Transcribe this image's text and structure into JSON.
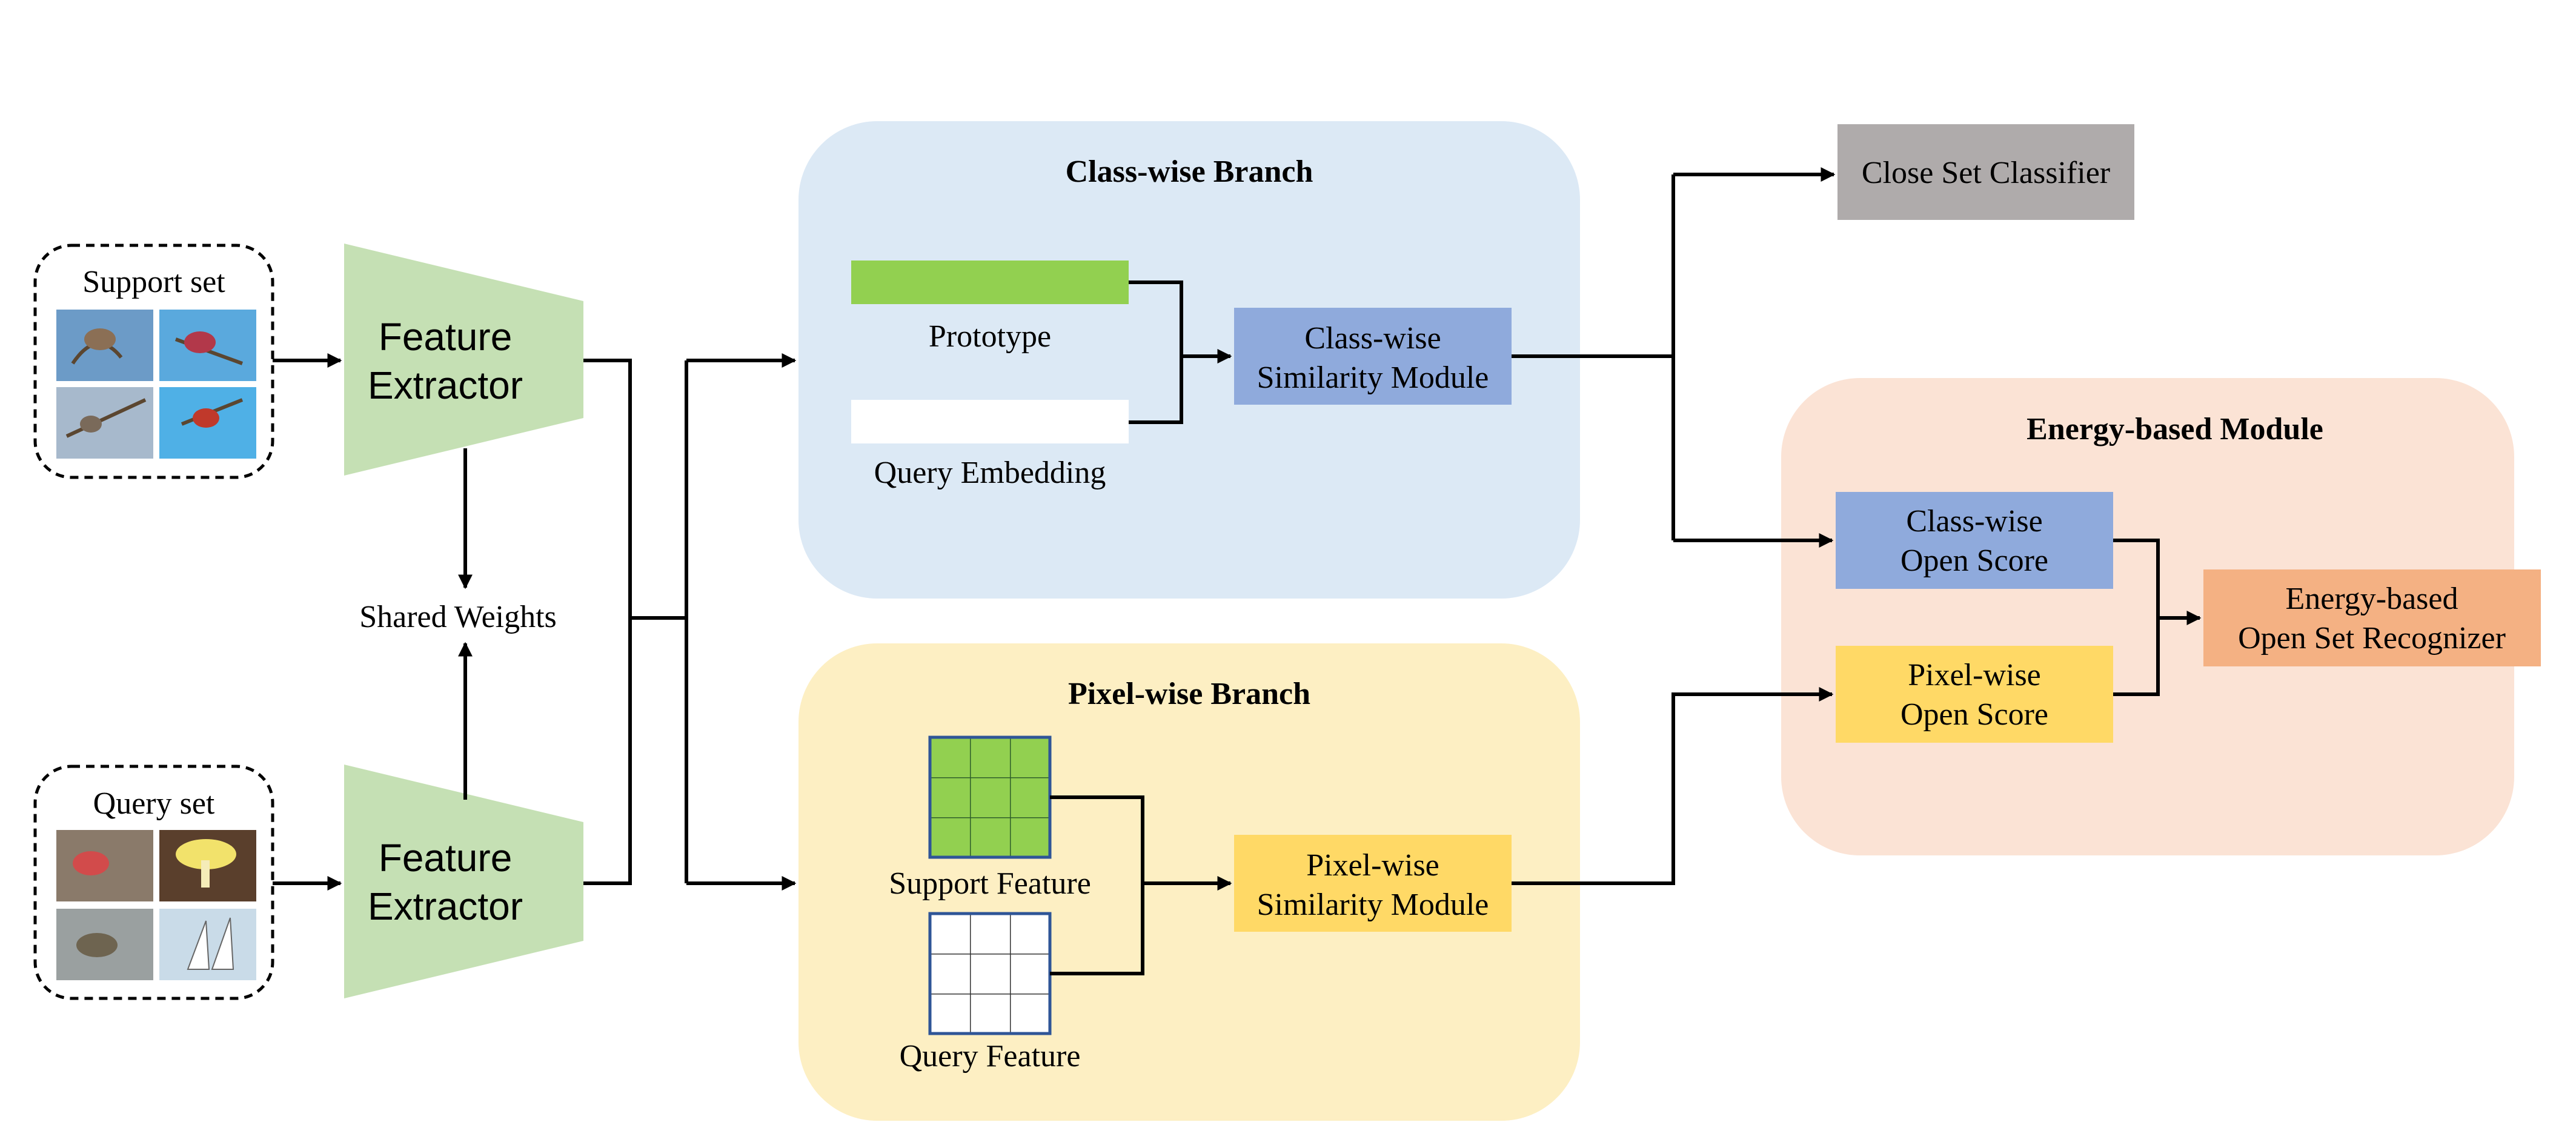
{
  "colors": {
    "class_branch_bg": "#dce9f5",
    "pixel_branch_bg": "#fdefc3",
    "energy_bg": "#fbe3d5",
    "feature_extractor": "#c5e0b4",
    "prototype_bar": "#92d050",
    "class_similarity": "#8faadc",
    "pixel_similarity": "#ffd966",
    "close_set": "#afabab",
    "energy_recognizer": "#f4b183",
    "support_grid": "#92d050",
    "grid_border": "#2f5597"
  },
  "inputs": {
    "support_label": "Support set",
    "query_label": "Query set",
    "support_images": [
      "bird-photo",
      "bird-photo",
      "bird-photo",
      "bird-photo"
    ],
    "query_images": [
      "bird-photo",
      "mushroom-photo",
      "bird-photo",
      "sailboat-photo"
    ]
  },
  "extractor": {
    "top_line1": "Feature",
    "top_line2": "Extractor",
    "bottom_line1": "Feature",
    "bottom_line2": "Extractor",
    "shared_weights": "Shared Weights"
  },
  "class_branch": {
    "title": "Class-wise Branch",
    "prototype_label": "Prototype",
    "query_embedding_label": "Query Embedding",
    "similarity_line1": "Class-wise",
    "similarity_line2": "Similarity Module"
  },
  "pixel_branch": {
    "title": "Pixel-wise Branch",
    "support_feature_label": "Support Feature",
    "query_feature_label": "Query Feature",
    "similarity_line1": "Pixel-wise",
    "similarity_line2": "Similarity Module"
  },
  "close_set": {
    "label": "Close Set Classifier"
  },
  "energy_module": {
    "title": "Energy-based Module",
    "class_score_line1": "Class-wise",
    "class_score_line2": "Open Score",
    "pixel_score_line1": "Pixel-wise",
    "pixel_score_line2": "Open Score",
    "recognizer_line1": "Energy-based",
    "recognizer_line2": "Open Set Recognizer"
  }
}
